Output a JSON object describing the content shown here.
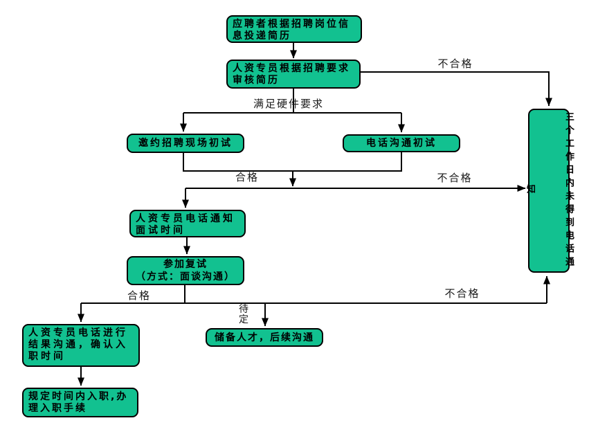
{
  "flowchart": {
    "colors": {
      "node_fill": "#12C190",
      "node_border": "#000000",
      "connector_line": "#000000",
      "background": "#FFFFFF"
    },
    "nodes": {
      "apply": "应聘者根据招聘岗位信息投递简历",
      "review": "人资专员根据招聘要求审核简历",
      "onsite_first_interview": "邀约招聘现场初试",
      "phone_first_interview": "电话沟通初试",
      "notify_interview_time": "人资专员电话通知面试时间",
      "second_interview": "参加复试\n（方式：面谈沟通）",
      "no_phone_notice": "三个工作日内未得到电话通知",
      "result_communication": "人资专员电话进行结果沟通，确认入职时间",
      "talent_pool": "储备人才，后续沟通",
      "onboarding": "规定时间内入职,办理入职手续"
    },
    "edge_labels": {
      "unqualified_top": "不合格",
      "meet_hardware_requirements": "满足硬件要求",
      "qualified_mid": "合格",
      "unqualified_mid": "不合格",
      "qualified_bottom": "合格",
      "pending": "待定",
      "unqualified_bottom": "不合格"
    }
  }
}
